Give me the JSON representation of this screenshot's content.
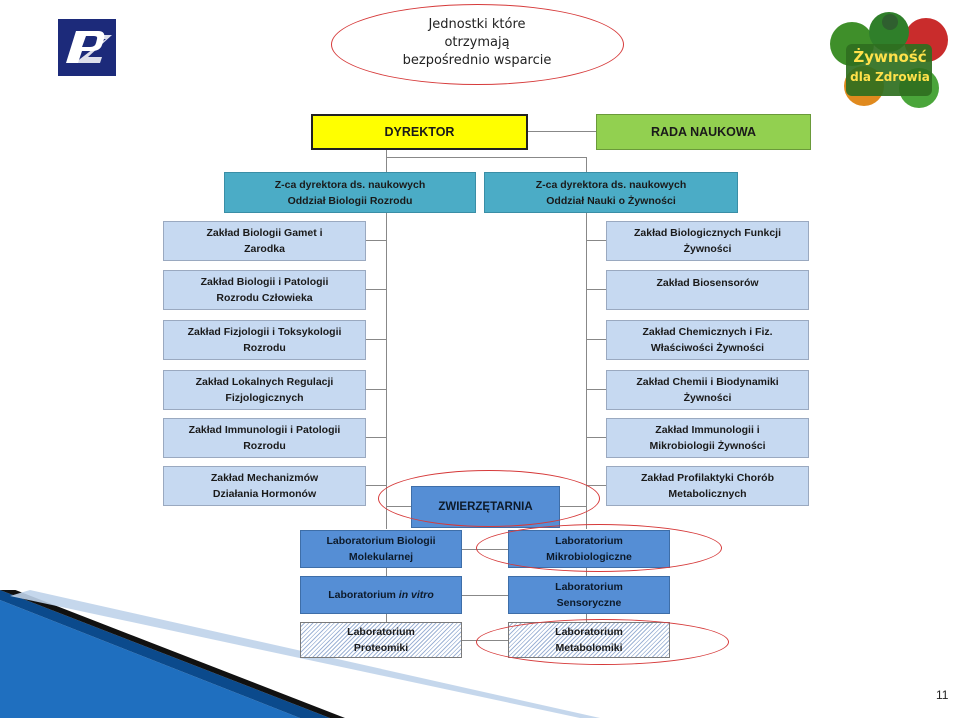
{
  "callout": {
    "line1": "Jednostki które",
    "line2": "otrzymają",
    "line3": "bezpośrednio wsparcie"
  },
  "logo_left": {
    "text": "PZ"
  },
  "logo_right": {
    "line1": "Żywność",
    "line2": "dla Zdrowia"
  },
  "top": {
    "director": "DYREKTOR",
    "council": "RADA NAUKOWA"
  },
  "deputies": {
    "left": {
      "line1": "Z-ca dyrektora ds. naukowych",
      "line2": "Oddział Biologii Rozrodu"
    },
    "right": {
      "line1": "Z-ca dyrektora ds. naukowych",
      "line2": "Oddział Nauki o Żywności"
    }
  },
  "left_units": [
    {
      "line1": "Zakład Biologii Gamet i",
      "line2": "Zarodka"
    },
    {
      "line1": "Zakład Biologii i Patologii",
      "line2": "Rozrodu Człowieka"
    },
    {
      "line1": "Zakład Fizjologii i Toksykologii",
      "line2": "Rozrodu"
    },
    {
      "line1": "Zakład Lokalnych Regulacji",
      "line2": "Fizjologicznych"
    },
    {
      "line1": "Zakład Immunologii i Patologii",
      "line2": "Rozrodu"
    },
    {
      "line1": "Zakład Mechanizmów",
      "line2": "Działania Hormonów"
    }
  ],
  "right_units": [
    {
      "line1": "Zakład Biologicznych Funkcji",
      "line2": "Żywności"
    },
    {
      "line1": "Zakład Biosensorów",
      "line2": ""
    },
    {
      "line1": "Zakład Chemicznych i Fiz.",
      "line2": "Właściwości Żywności"
    },
    {
      "line1": "Zakład Chemii i Biodynamiki",
      "line2": "Żywności"
    },
    {
      "line1": "Zakład Immunologii i",
      "line2": "Mikrobiologii Żywności"
    },
    {
      "line1": "Zakład Profilaktyki Chorób",
      "line2": "Metabolicznych"
    }
  ],
  "animal_house": "ZWIERZĘTARNIA",
  "labs": {
    "mol_bio": {
      "line1": "Laboratorium Biologii",
      "line2": "Molekularnej"
    },
    "in_vitro": {
      "prefix": "Laboratorium ",
      "italic": "in vitro"
    },
    "proteomics": {
      "line1": "Laboratorium",
      "line2": "Proteomiki"
    },
    "microbio": {
      "line1": "Laboratorium",
      "line2": "Mikrobiologiczne"
    },
    "sensory": {
      "line1": "Laboratorium",
      "line2": "Sensoryczne"
    },
    "metabolomics": {
      "line1": "Laboratorium",
      "line2": "Metabolomiki"
    }
  },
  "page_number": "11",
  "colors": {
    "yellow": "#ffff00",
    "green": "#92d050",
    "teal": "#4bacc6",
    "light_blue": "#c6d9f1",
    "lab_blue": "#558ed5",
    "oval_red": "#d63a3a",
    "ribbon_blue": "#1f6fbf"
  }
}
